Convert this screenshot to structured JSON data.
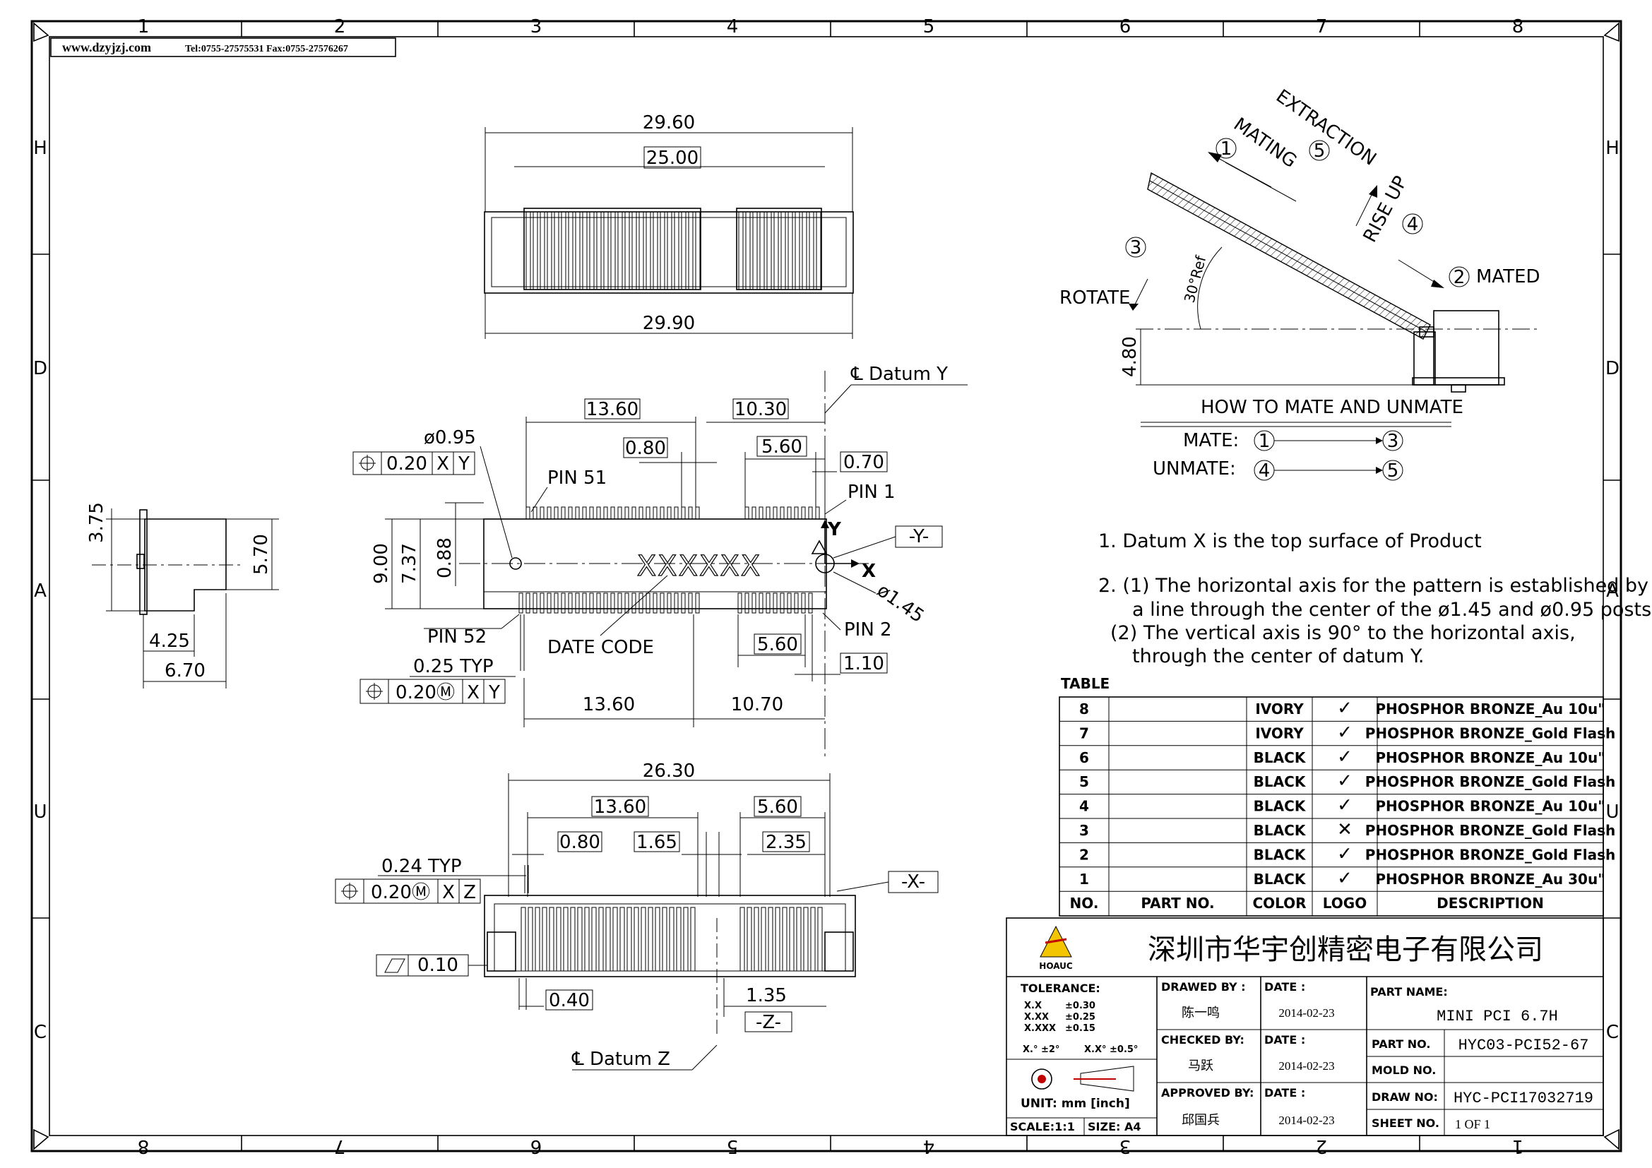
{
  "header": {
    "website": "www.dzyjzj.com",
    "contact": "Tel:0755-27575531 Fax:0755-27576267"
  },
  "border": {
    "top_zones": [
      "1",
      "2",
      "3",
      "4",
      "5",
      "6",
      "7",
      "8"
    ],
    "bottom_zones": [
      "8",
      "7",
      "6",
      "5",
      "4",
      "3",
      "2",
      "1"
    ],
    "left_zones": [
      "H",
      "D",
      "A",
      "U",
      "C"
    ],
    "right_zones": [
      "H",
      "D",
      "A",
      "U",
      "C"
    ]
  },
  "top_view": {
    "width_total": "29.60",
    "width_inner": "25.00",
    "width_bottom": "29.90"
  },
  "side_view": {
    "dim_h1": "3.75",
    "dim_h2": "5.70",
    "dim_w1": "4.25",
    "dim_w2": "6.70"
  },
  "pcb_view": {
    "datum_y": "Datum Y",
    "dim_13_60_top": "13.60",
    "dim_10_30": "10.30",
    "dim_0_80": "0.80",
    "dim_5_60_top": "5.60",
    "dim_0_70": "0.70",
    "hole_small": "ø0.95",
    "tol_frame_top": [
      "0.20",
      "X",
      "Y"
    ],
    "pin51": "PIN 51",
    "pin1": "PIN 1",
    "pin52": "PIN 52",
    "pin2": "PIN 2",
    "datum_y_box": "-Y-",
    "axis_y": "Y",
    "axis_x": "X",
    "hole_large": "ø1.45",
    "dim_9_00": "9.00",
    "dim_7_37": "7.37",
    "dim_0_88": "0.88",
    "date_code_mark": "XXXXXX",
    "date_code": "DATE CODE",
    "dim_0_25_typ": "0.25 TYP",
    "tol_frame_bottom": [
      "0.20Ⓜ",
      "X",
      "Y"
    ],
    "dim_5_60_bottom": "5.60",
    "dim_1_10": "1.10",
    "dim_13_60_bottom": "13.60",
    "dim_10_70": "10.70"
  },
  "front_view": {
    "dim_26_30": "26.30",
    "dim_13_60": "13.60",
    "dim_5_60": "5.60",
    "dim_0_80": "0.80",
    "dim_1_65": "1.65",
    "dim_2_35": "2.35",
    "dim_0_24_typ": "0.24 TYP",
    "tol_frame": [
      "0.20Ⓜ",
      "X",
      "Z"
    ],
    "datum_x_box": "-X-",
    "flatness": "0.10",
    "dim_0_40": "0.40",
    "dim_1_35": "1.35",
    "datum_z_box": "-Z-",
    "datum_z": "Datum Z"
  },
  "mating_diagram": {
    "extraction": "EXTRACTION",
    "extraction_num": "5",
    "mating": "MATING",
    "mating_num": "1",
    "rise_up": "RISE UP",
    "rise_up_num": "4",
    "rotate": "ROTATE",
    "rotate_num": "3",
    "mated": "MATED",
    "mated_num": "2",
    "angle": "30°Ref",
    "height": "4.80",
    "caption": "HOW TO MATE AND UNMATE",
    "mate_label": "MATE:",
    "mate_from": "1",
    "mate_to": "3",
    "unmate_label": "UNMATE:",
    "unmate_from": "4",
    "unmate_to": "5"
  },
  "notes": {
    "n1": "1. Datum X is the top surface of Product",
    "n2a": "2. (1) The horizontal axis for the pattern is established by",
    "n2b": "a line through the center of the ø1.45 and ø0.95 posts.",
    "n2c": "(2) The vertical axis is 90° to the horizontal axis,",
    "n2d": "through the center of datum Y."
  },
  "table": {
    "title": "TABLE",
    "headers": [
      "NO.",
      "PART NO.",
      "COLOR",
      "LOGO",
      "DESCRIPTION"
    ],
    "rows": [
      {
        "no": "8",
        "part": "",
        "color": "IVORY",
        "logo": "✓",
        "desc": "PHOSPHOR BRONZE_Au 10u\""
      },
      {
        "no": "7",
        "part": "",
        "color": "IVORY",
        "logo": "✓",
        "desc": "PHOSPHOR BRONZE_Gold Flash"
      },
      {
        "no": "6",
        "part": "",
        "color": "BLACK",
        "logo": "✓",
        "desc": "PHOSPHOR BRONZE_Au 10u\""
      },
      {
        "no": "5",
        "part": "",
        "color": "BLACK",
        "logo": "✓",
        "desc": "PHOSPHOR BRONZE_Gold Flash"
      },
      {
        "no": "4",
        "part": "",
        "color": "BLACK",
        "logo": "✓",
        "desc": "PHOSPHOR BRONZE_Au 10u\""
      },
      {
        "no": "3",
        "part": "",
        "color": "BLACK",
        "logo": "✕",
        "desc": "PHOSPHOR BRONZE_Gold Flash"
      },
      {
        "no": "2",
        "part": "",
        "color": "BLACK",
        "logo": "✓",
        "desc": "PHOSPHOR BRONZE_Gold Flash"
      },
      {
        "no": "1",
        "part": "",
        "color": "BLACK",
        "logo": "✓",
        "desc": "PHOSPHOR BRONZE_Au 30u\""
      }
    ]
  },
  "title_block": {
    "logo_text": "HOAUC",
    "company": "深圳市华宇创精密电子有限公司",
    "tolerance_label": "TOLERANCE:",
    "tol_x": "X.X",
    "tol_x_val": "±0.30",
    "tol_xx": "X.XX",
    "tol_xx_val": "±0.25",
    "tol_xxx": "X.XXX",
    "tol_xxx_val": "±0.15",
    "ang1": "X.° ±2°",
    "ang2": "X.X° ±0.5°",
    "unit": "UNIT: mm [inch]",
    "scale": "SCALE:1:1",
    "size": "SIZE: A4",
    "drawn_by_label": "DRAWED BY :",
    "drawn_by": "陈一鸣",
    "checked_by_label": "CHECKED BY:",
    "checked_by": "马跃",
    "approved_by_label": "APPROVED BY:",
    "approved_by": "邱国兵",
    "date_label": "DATE :",
    "date1": "2014-02-23",
    "date2": "2014-02-23",
    "date3": "2014-02-23",
    "part_name_label": "PART NAME:",
    "part_name": "MINI PCI 6.7H",
    "part_no_label": "PART NO.",
    "part_no": "HYC03-PCI52-67",
    "mold_no_label": "MOLD NO.",
    "mold_no": "",
    "draw_no_label": "DRAW NO:",
    "draw_no": "HYC-PCI17032719",
    "sheet_label": "SHEET NO.",
    "sheet": "1 OF 1"
  }
}
